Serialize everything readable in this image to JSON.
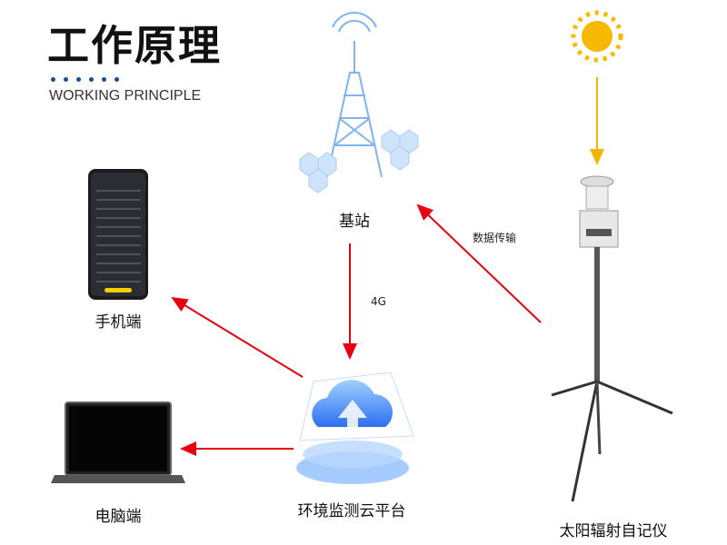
{
  "header": {
    "title": "工作原理",
    "subtitle": "WORKING PRINCIPLE"
  },
  "nodes": {
    "base_station": "基站",
    "phone": "手机端",
    "pc": "电脑端",
    "cloud": "环境监测云平台",
    "instrument": "太阳辐射自记仪"
  },
  "edges": {
    "network": "4G",
    "data_transfer": "数据传输"
  },
  "colors": {
    "arrow": "#e60012",
    "sun_arrow": "#f5b400",
    "accent": "#1d4b8f"
  }
}
